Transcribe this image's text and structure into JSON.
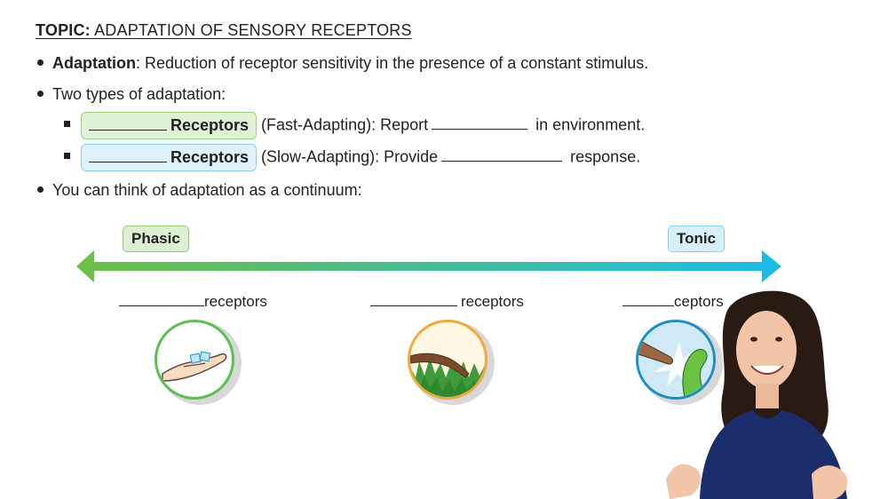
{
  "topic": {
    "prefix": "TOPIC:",
    "title": "ADAPTATION OF SENSORY RECEPTORS"
  },
  "bullets": {
    "adaptation_term": "Adaptation",
    "adaptation_def": ": Reduction of receptor sensitivity in the presence of a constant stimulus.",
    "two_types": "Two types of adaptation:",
    "phasic_receptors_label": "Receptors",
    "phasic_rest_1": "(Fast-Adapting): Report",
    "phasic_rest_2": "in environment.",
    "tonic_receptors_label": "Receptors",
    "tonic_rest_1": "(Slow-Adapting): Provide",
    "tonic_rest_2": "response.",
    "continuum": "You can think of adaptation as a continuum:"
  },
  "continuum": {
    "left_label": "Phasic",
    "right_label": "Tonic",
    "receptor_labels": [
      "receptors",
      "receptors",
      "ceptors"
    ],
    "colors": {
      "green": "#6dbf45",
      "blue": "#1bbbe6"
    }
  },
  "icons": [
    "hand-with-ice-icon",
    "branch-in-grass-icon",
    "finger-poke-icon"
  ]
}
